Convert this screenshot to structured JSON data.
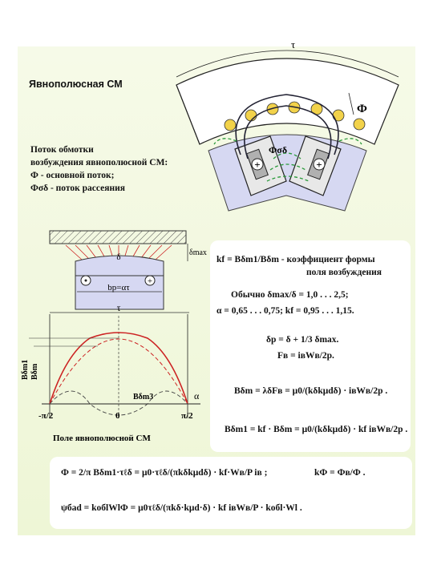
{
  "slide": {
    "title": "Явнополюсная СМ",
    "caption_lines": [
      "Поток обмотки",
      "возбуждения явнополюсной СМ:",
      "Ф - основной поток;",
      "Фσδ - поток рассеяния"
    ]
  },
  "machine_figure": {
    "tau_label": "τ",
    "phi_label": "Ф",
    "phi_leak_label": "Фσδ"
  },
  "pole_figure": {
    "delta_max_label": "δmax",
    "delta_label": "δ",
    "pole_arc_label": "bp=ατ",
    "tau_label": "τ",
    "bdm1_label": "Bδm1",
    "bdm_label": "Bδm",
    "bdm3_label": "Bδm3",
    "alpha_label": "α",
    "neg_pi_half": "-π/2",
    "zero_label": "0",
    "pos_pi_half": "π/2",
    "caption": "Поле явнополюсной СМ"
  },
  "formulas_box": {
    "kf_def": "kf = Bδm1/Bδm - коэффициент формы",
    "kf_def2": "поля возбуждения",
    "typical": "Обычно δmax/δ = 1,0 . . . 2,5;",
    "ranges": "α = 0,65 . . . 0,75; kf = 0,95 . . . 1,15.",
    "delta_p": "δp = δ + 1/3 δmax.",
    "F_v": "Fв = iвWв/2p.",
    "B_dm": "Bδm = λδFв = μ0/(kδkμdδ) · iвWв/2p .",
    "B_dm1": "Bδm1 = kf · Bδm = μ0/(kδkμdδ) · kf iвWв/2p ."
  },
  "bottom_box": {
    "phi_eq": "Ф = 2/π Bδm1·τℓδ = μ0·τℓδ/(πkδkμdδ) · kf·Wв/P iв ;",
    "k_phi": "kФ = Фв/Ф .",
    "psi_eq": "ψбad = kобlWlФ = μ0τℓδ/(πkδ·kμd·δ) · kf iвWв/P · kобl·Wl ."
  }
}
